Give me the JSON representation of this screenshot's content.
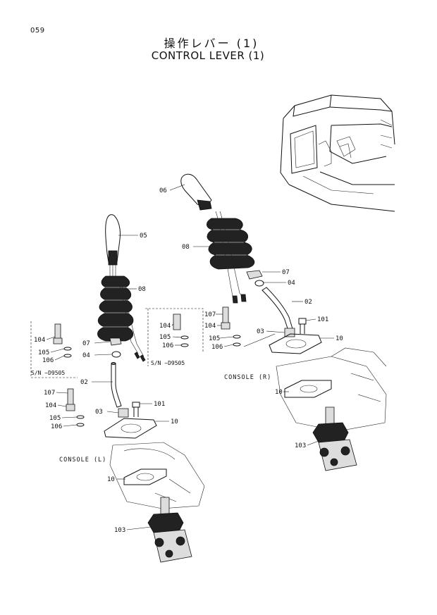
{
  "header": {
    "page_number": "059",
    "title_jp": "操作レバー (1)",
    "title_en": "CONTROL LEVER (1)"
  },
  "callouts": {
    "left": {
      "c05": "05",
      "c08": "08",
      "c07": "07",
      "c04": "04",
      "c02": "02",
      "c03": "03",
      "c101": "101",
      "c10a": "10",
      "c10b": "10",
      "c103": "103",
      "c107": "107",
      "c104": "104",
      "c105": "105",
      "c106": "106",
      "inset_104": "104",
      "inset_105": "105",
      "inset_106": "106",
      "sn_note": "S/N ~D9505",
      "console": "CONSOLE (L)"
    },
    "right": {
      "c06": "06",
      "c08": "08",
      "c07": "07",
      "c04": "04",
      "c02": "02",
      "c101": "101",
      "c10a": "10",
      "c10b": "10",
      "c03": "03",
      "c103": "103",
      "c107": "107",
      "c104": "104",
      "c105": "105",
      "c106": "106",
      "inset_104": "104",
      "inset_105": "105",
      "inset_106": "106",
      "sn_note": "S/N ~D9505",
      "console": "CONSOLE (R)"
    }
  }
}
